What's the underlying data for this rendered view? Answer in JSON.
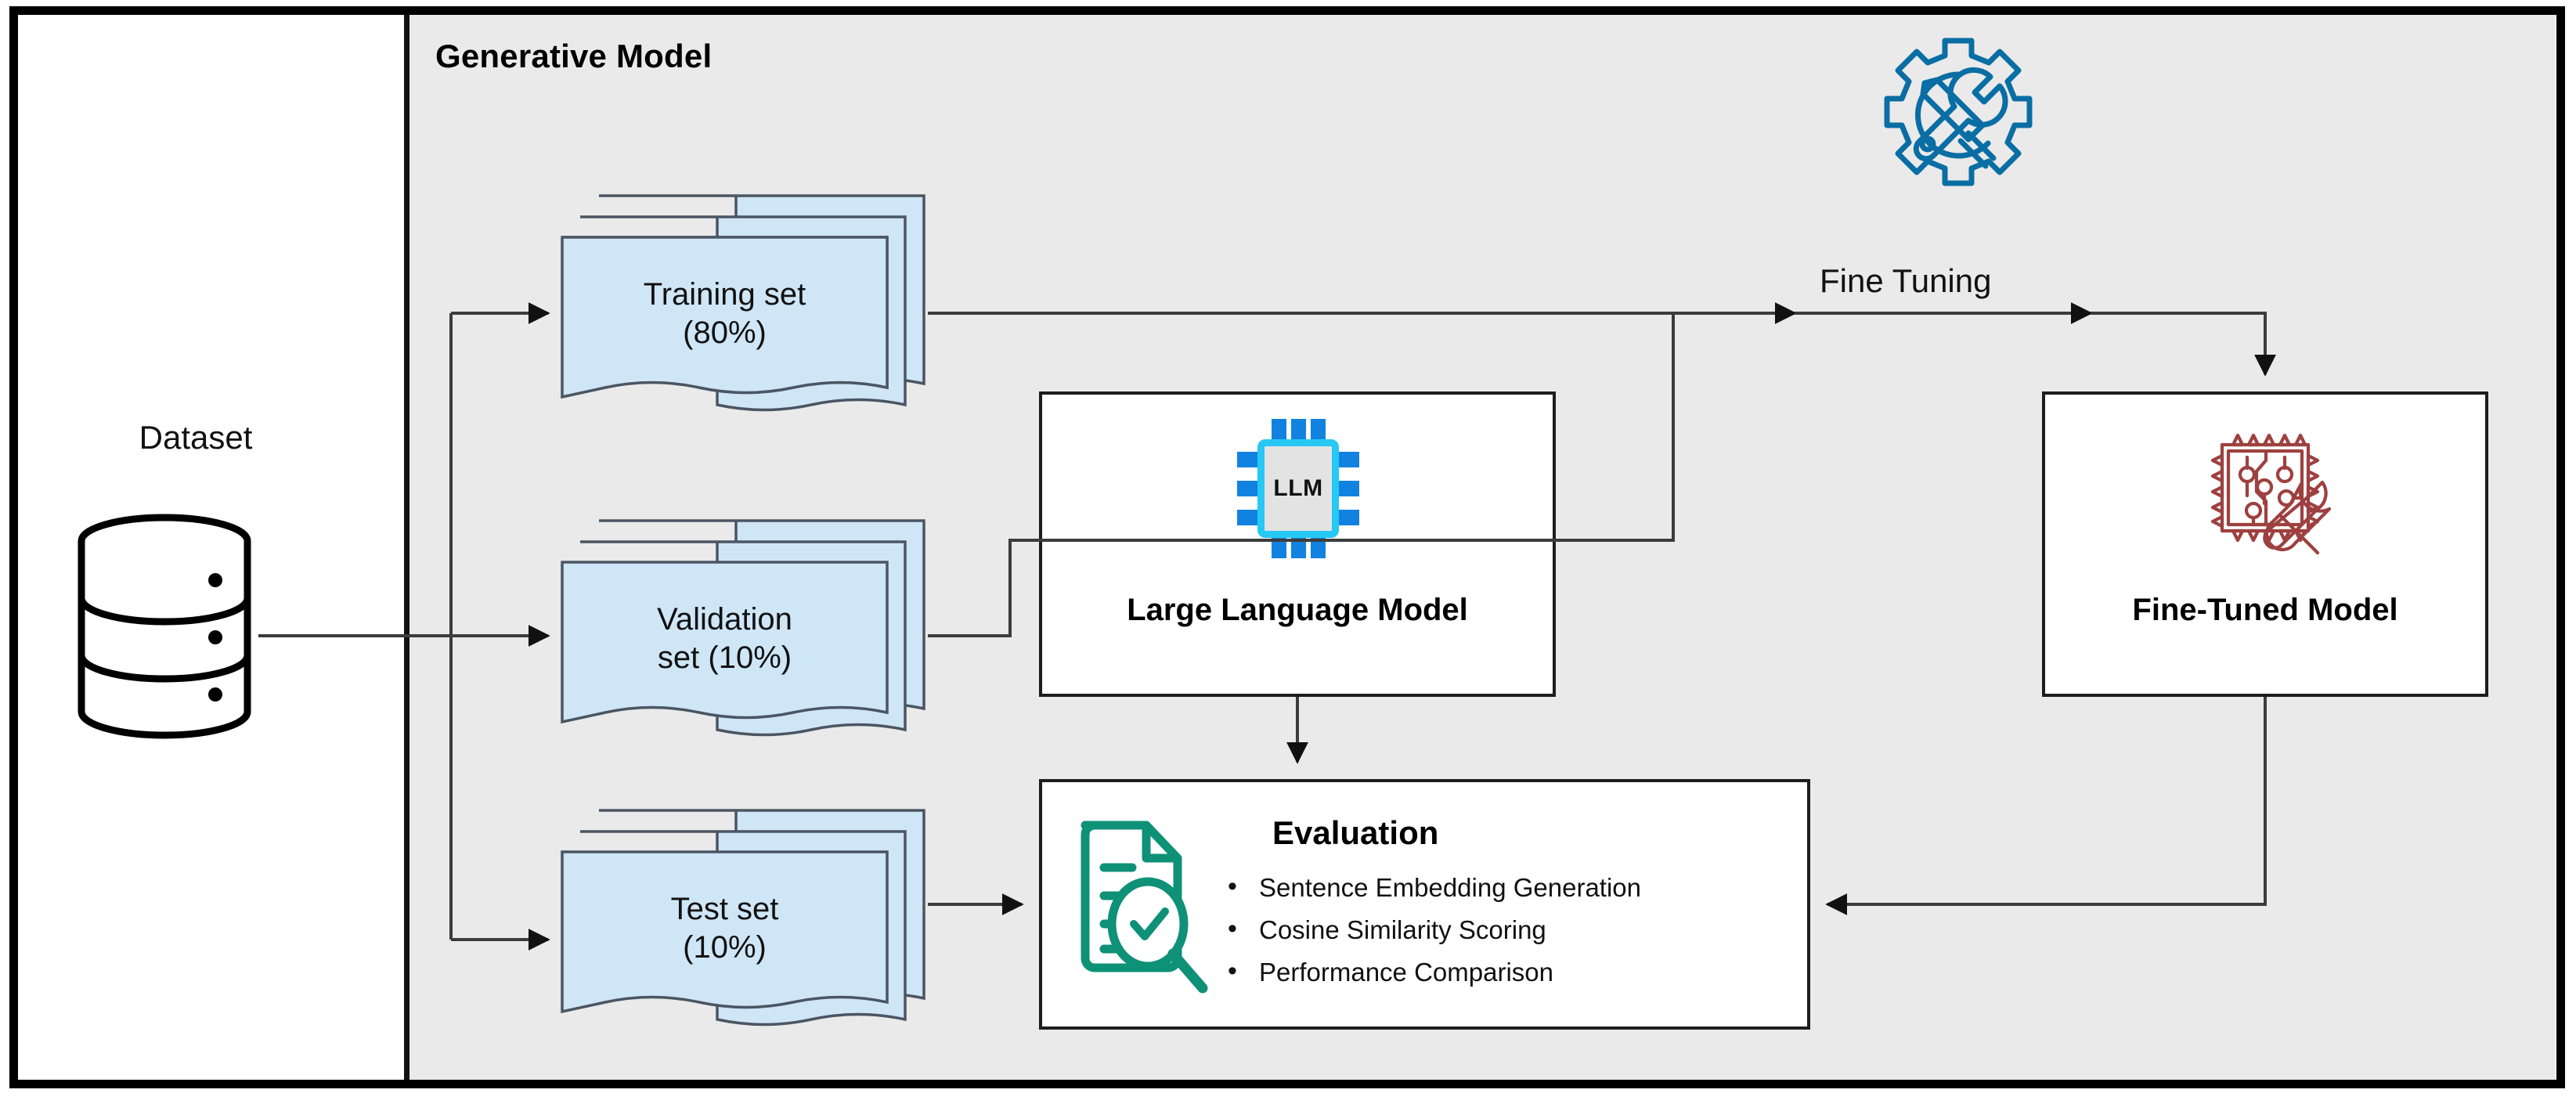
{
  "frame": {
    "background": "#ffffff",
    "border_color": "#000000"
  },
  "panel": {
    "title": "Generative Model",
    "background": "#eaeaea"
  },
  "dataset": {
    "label": "Dataset",
    "icon": "database-cylinder-icon"
  },
  "splits": [
    {
      "id": "training",
      "line1": "Training set",
      "line2": "(80%)",
      "icon": "document-stack-icon"
    },
    {
      "id": "validation",
      "line1": "Validation",
      "line2": "set (10%)",
      "icon": "document-stack-icon"
    },
    {
      "id": "test",
      "line1": "Test set",
      "line2": "(10%)",
      "icon": "document-stack-icon"
    }
  ],
  "llm": {
    "caption": "Large Language Model",
    "chip_label": "LLM",
    "icon": "cpu-chip-icon",
    "chip_outline_color": "#28c8f5",
    "chip_pin_color": "#1282e0",
    "chip_core_color": "#e3e3e3"
  },
  "fine_tuning": {
    "label": "Fine Tuning",
    "icon": "gear-wrench-screwdriver-icon",
    "color": "#0a6ea4"
  },
  "fine_tuned_model": {
    "caption": "Fine-Tuned Model",
    "icon": "chip-wrench-screwdriver-icon",
    "color": "#9e4040"
  },
  "evaluation": {
    "title": "Evaluation",
    "icon": "document-magnifier-check-icon",
    "icon_color": "#0e9177",
    "items": [
      "Sentence Embedding Generation",
      "Cosine Similarity Scoring",
      "Performance Comparison"
    ]
  },
  "colors": {
    "document_fill": "#cfe6f7",
    "document_stroke": "#4b5563",
    "panel_gray": "#eaeaea",
    "wire": "#3c3c3c"
  }
}
